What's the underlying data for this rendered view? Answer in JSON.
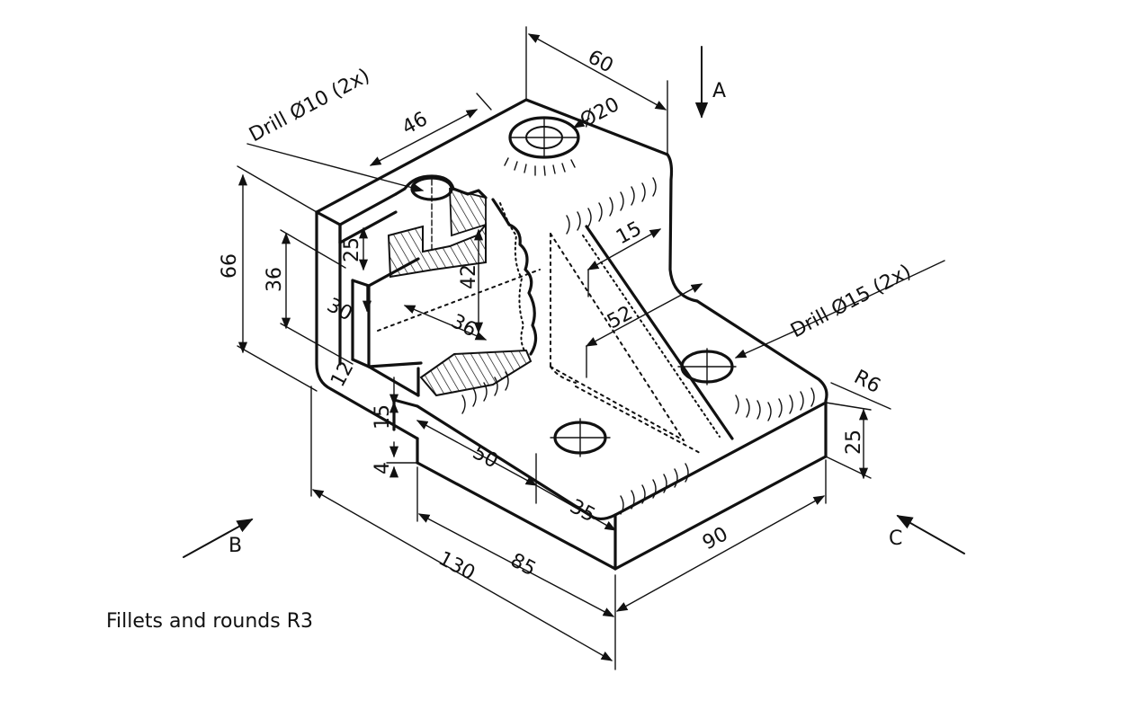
{
  "drawing": {
    "note": "Fillets and rounds R3",
    "callouts": {
      "drill_small": "Drill Ø10 (2x)",
      "drill_large": "Drill Ø15 (2x)",
      "counterbore": "Ø20",
      "radius": "R6"
    },
    "view_arrows": {
      "a": "A",
      "b": "B",
      "c": "C"
    },
    "dimensions": {
      "d60": "60",
      "d46": "46",
      "d66": "66",
      "d36": "36",
      "d25a": "25",
      "d42": "42",
      "d30": "30",
      "d36b": "36",
      "d12": "12",
      "d15a": "15",
      "d4": "4",
      "d15b": "15",
      "d52": "52",
      "d50": "50",
      "d35": "35",
      "d85": "85",
      "d130": "130",
      "d90": "90",
      "d25b": "25"
    }
  }
}
